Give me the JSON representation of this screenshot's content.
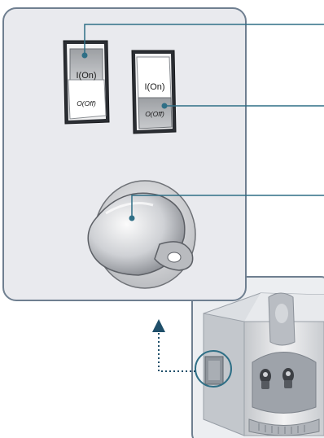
{
  "figure": {
    "left_switch": {
      "on_label": "I(On)",
      "off_label": "O(Off)",
      "state": "on"
    },
    "right_switch": {
      "on_label": "I(On)",
      "off_label": "O(Off)",
      "state": "off"
    },
    "colors": {
      "panel_fill": "#e9eaee",
      "panel_border": "#6f7f90",
      "leader_line": "#2f6f86",
      "arrow": "#1f4f6a"
    }
  }
}
